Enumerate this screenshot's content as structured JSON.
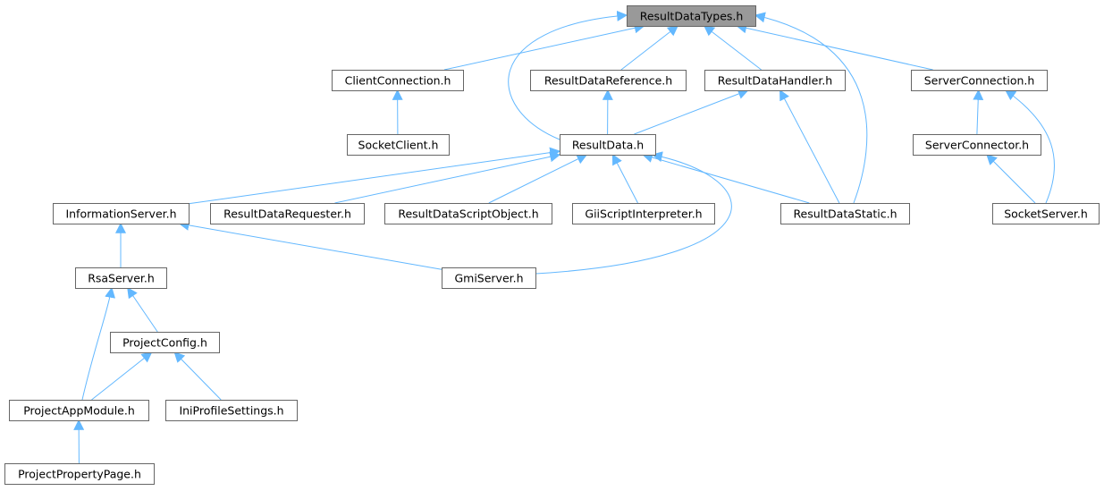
{
  "nodes": [
    {
      "id": "ResultDataTypes",
      "label": "ResultDataTypes.h",
      "root": true
    },
    {
      "id": "ClientConnection",
      "label": "ClientConnection.h"
    },
    {
      "id": "ResultDataReference",
      "label": "ResultDataReference.h"
    },
    {
      "id": "ResultDataHandler",
      "label": "ResultDataHandler.h"
    },
    {
      "id": "ServerConnection",
      "label": "ServerConnection.h"
    },
    {
      "id": "SocketClient",
      "label": "SocketClient.h"
    },
    {
      "id": "ResultData",
      "label": "ResultData.h"
    },
    {
      "id": "ServerConnector",
      "label": "ServerConnector.h"
    },
    {
      "id": "InformationServer",
      "label": "InformationServer.h"
    },
    {
      "id": "ResultDataRequester",
      "label": "ResultDataRequester.h"
    },
    {
      "id": "ResultDataScriptObject",
      "label": "ResultDataScriptObject.h"
    },
    {
      "id": "GiiScriptInterpreter",
      "label": "GiiScriptInterpreter.h"
    },
    {
      "id": "ResultDataStatic",
      "label": "ResultDataStatic.h"
    },
    {
      "id": "SocketServer",
      "label": "SocketServer.h"
    },
    {
      "id": "RsaServer",
      "label": "RsaServer.h"
    },
    {
      "id": "GmiServer",
      "label": "GmiServer.h"
    },
    {
      "id": "ProjectConfig",
      "label": "ProjectConfig.h"
    },
    {
      "id": "ProjectAppModule",
      "label": "ProjectAppModule.h"
    },
    {
      "id": "IniProfileSettings",
      "label": "IniProfileSettings.h"
    },
    {
      "id": "ProjectPropertyPage",
      "label": "ProjectPropertyPage.h"
    }
  ],
  "edges": [
    {
      "from": "ClientConnection",
      "to": "ResultDataTypes"
    },
    {
      "from": "ResultDataReference",
      "to": "ResultDataTypes"
    },
    {
      "from": "ResultDataHandler",
      "to": "ResultDataTypes"
    },
    {
      "from": "ServerConnection",
      "to": "ResultDataTypes"
    },
    {
      "from": "ResultData",
      "to": "ResultDataTypes"
    },
    {
      "from": "ResultDataStatic",
      "to": "ResultDataTypes"
    },
    {
      "from": "SocketClient",
      "to": "ClientConnection"
    },
    {
      "from": "ResultData",
      "to": "ResultDataReference"
    },
    {
      "from": "ResultData",
      "to": "ResultDataHandler"
    },
    {
      "from": "ResultDataStatic",
      "to": "ResultDataHandler"
    },
    {
      "from": "ServerConnector",
      "to": "ServerConnection"
    },
    {
      "from": "SocketServer",
      "to": "ServerConnection"
    },
    {
      "from": "SocketServer",
      "to": "ServerConnector"
    },
    {
      "from": "InformationServer",
      "to": "ResultData"
    },
    {
      "from": "ResultDataRequester",
      "to": "ResultData"
    },
    {
      "from": "ResultDataScriptObject",
      "to": "ResultData"
    },
    {
      "from": "GiiScriptInterpreter",
      "to": "ResultData"
    },
    {
      "from": "ResultDataStatic",
      "to": "ResultData"
    },
    {
      "from": "GmiServer",
      "to": "ResultData"
    },
    {
      "from": "RsaServer",
      "to": "InformationServer"
    },
    {
      "from": "GmiServer",
      "to": "InformationServer"
    },
    {
      "from": "ProjectConfig",
      "to": "RsaServer"
    },
    {
      "from": "ProjectAppModule",
      "to": "RsaServer"
    },
    {
      "from": "ProjectAppModule",
      "to": "ProjectConfig"
    },
    {
      "from": "IniProfileSettings",
      "to": "ProjectConfig"
    },
    {
      "from": "ProjectPropertyPage",
      "to": "ProjectAppModule"
    }
  ],
  "colors": {
    "edge": "#63b8ff",
    "border": "#666666",
    "root_fill": "#999999"
  }
}
